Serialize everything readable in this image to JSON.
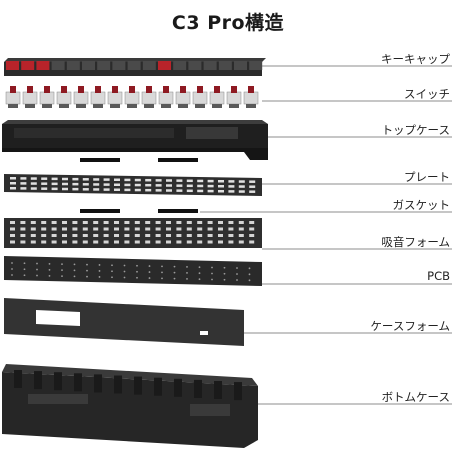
{
  "title": "C3 Pro構造",
  "layers": [
    {
      "label": "キーキャップ",
      "accent": "#b8232a"
    },
    {
      "label": "スイッチ",
      "accent": "#8e1a22"
    },
    {
      "label": "トップケース"
    },
    {
      "label": "プレート"
    },
    {
      "label": "ガスケット"
    },
    {
      "label": "吸音フォーム"
    },
    {
      "label": "PCB"
    },
    {
      "label": "ケースフォーム"
    },
    {
      "label": "ボトムケース"
    }
  ],
  "colors": {
    "component_dark": "#2a2a2a",
    "component_mid": "#3c3c3c",
    "leader_line": "#666666",
    "keycap_red": "#b8232a"
  }
}
